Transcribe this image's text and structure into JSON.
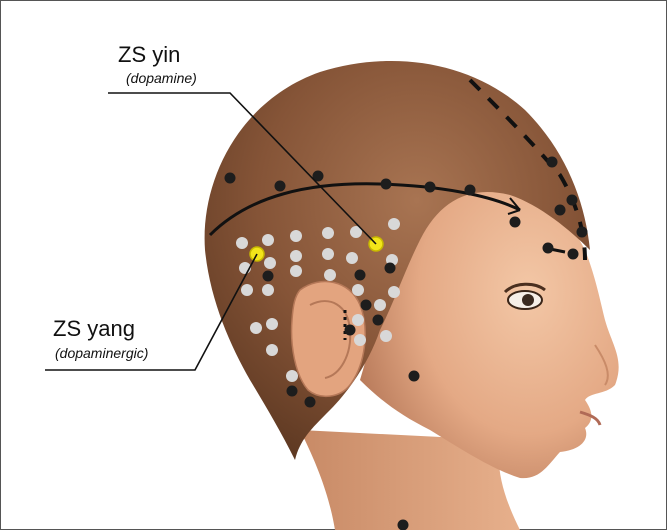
{
  "labels": {
    "yin": {
      "title": "ZS yin",
      "subtitle": "(dopamine)"
    },
    "yang": {
      "title": "ZS yang",
      "subtitle": "(dopaminergic)"
    }
  },
  "colors": {
    "background": "#ffffff",
    "skin": "#e9b38e",
    "hair": "#8a5a3a",
    "point_dark": "#1d1d1d",
    "point_light": "#d8d8d8",
    "highlight_point": "#f2e51a",
    "line": "#111111"
  },
  "icons": {
    "head": "human-head-side-profile",
    "ear": "ear",
    "eye": "eye"
  }
}
